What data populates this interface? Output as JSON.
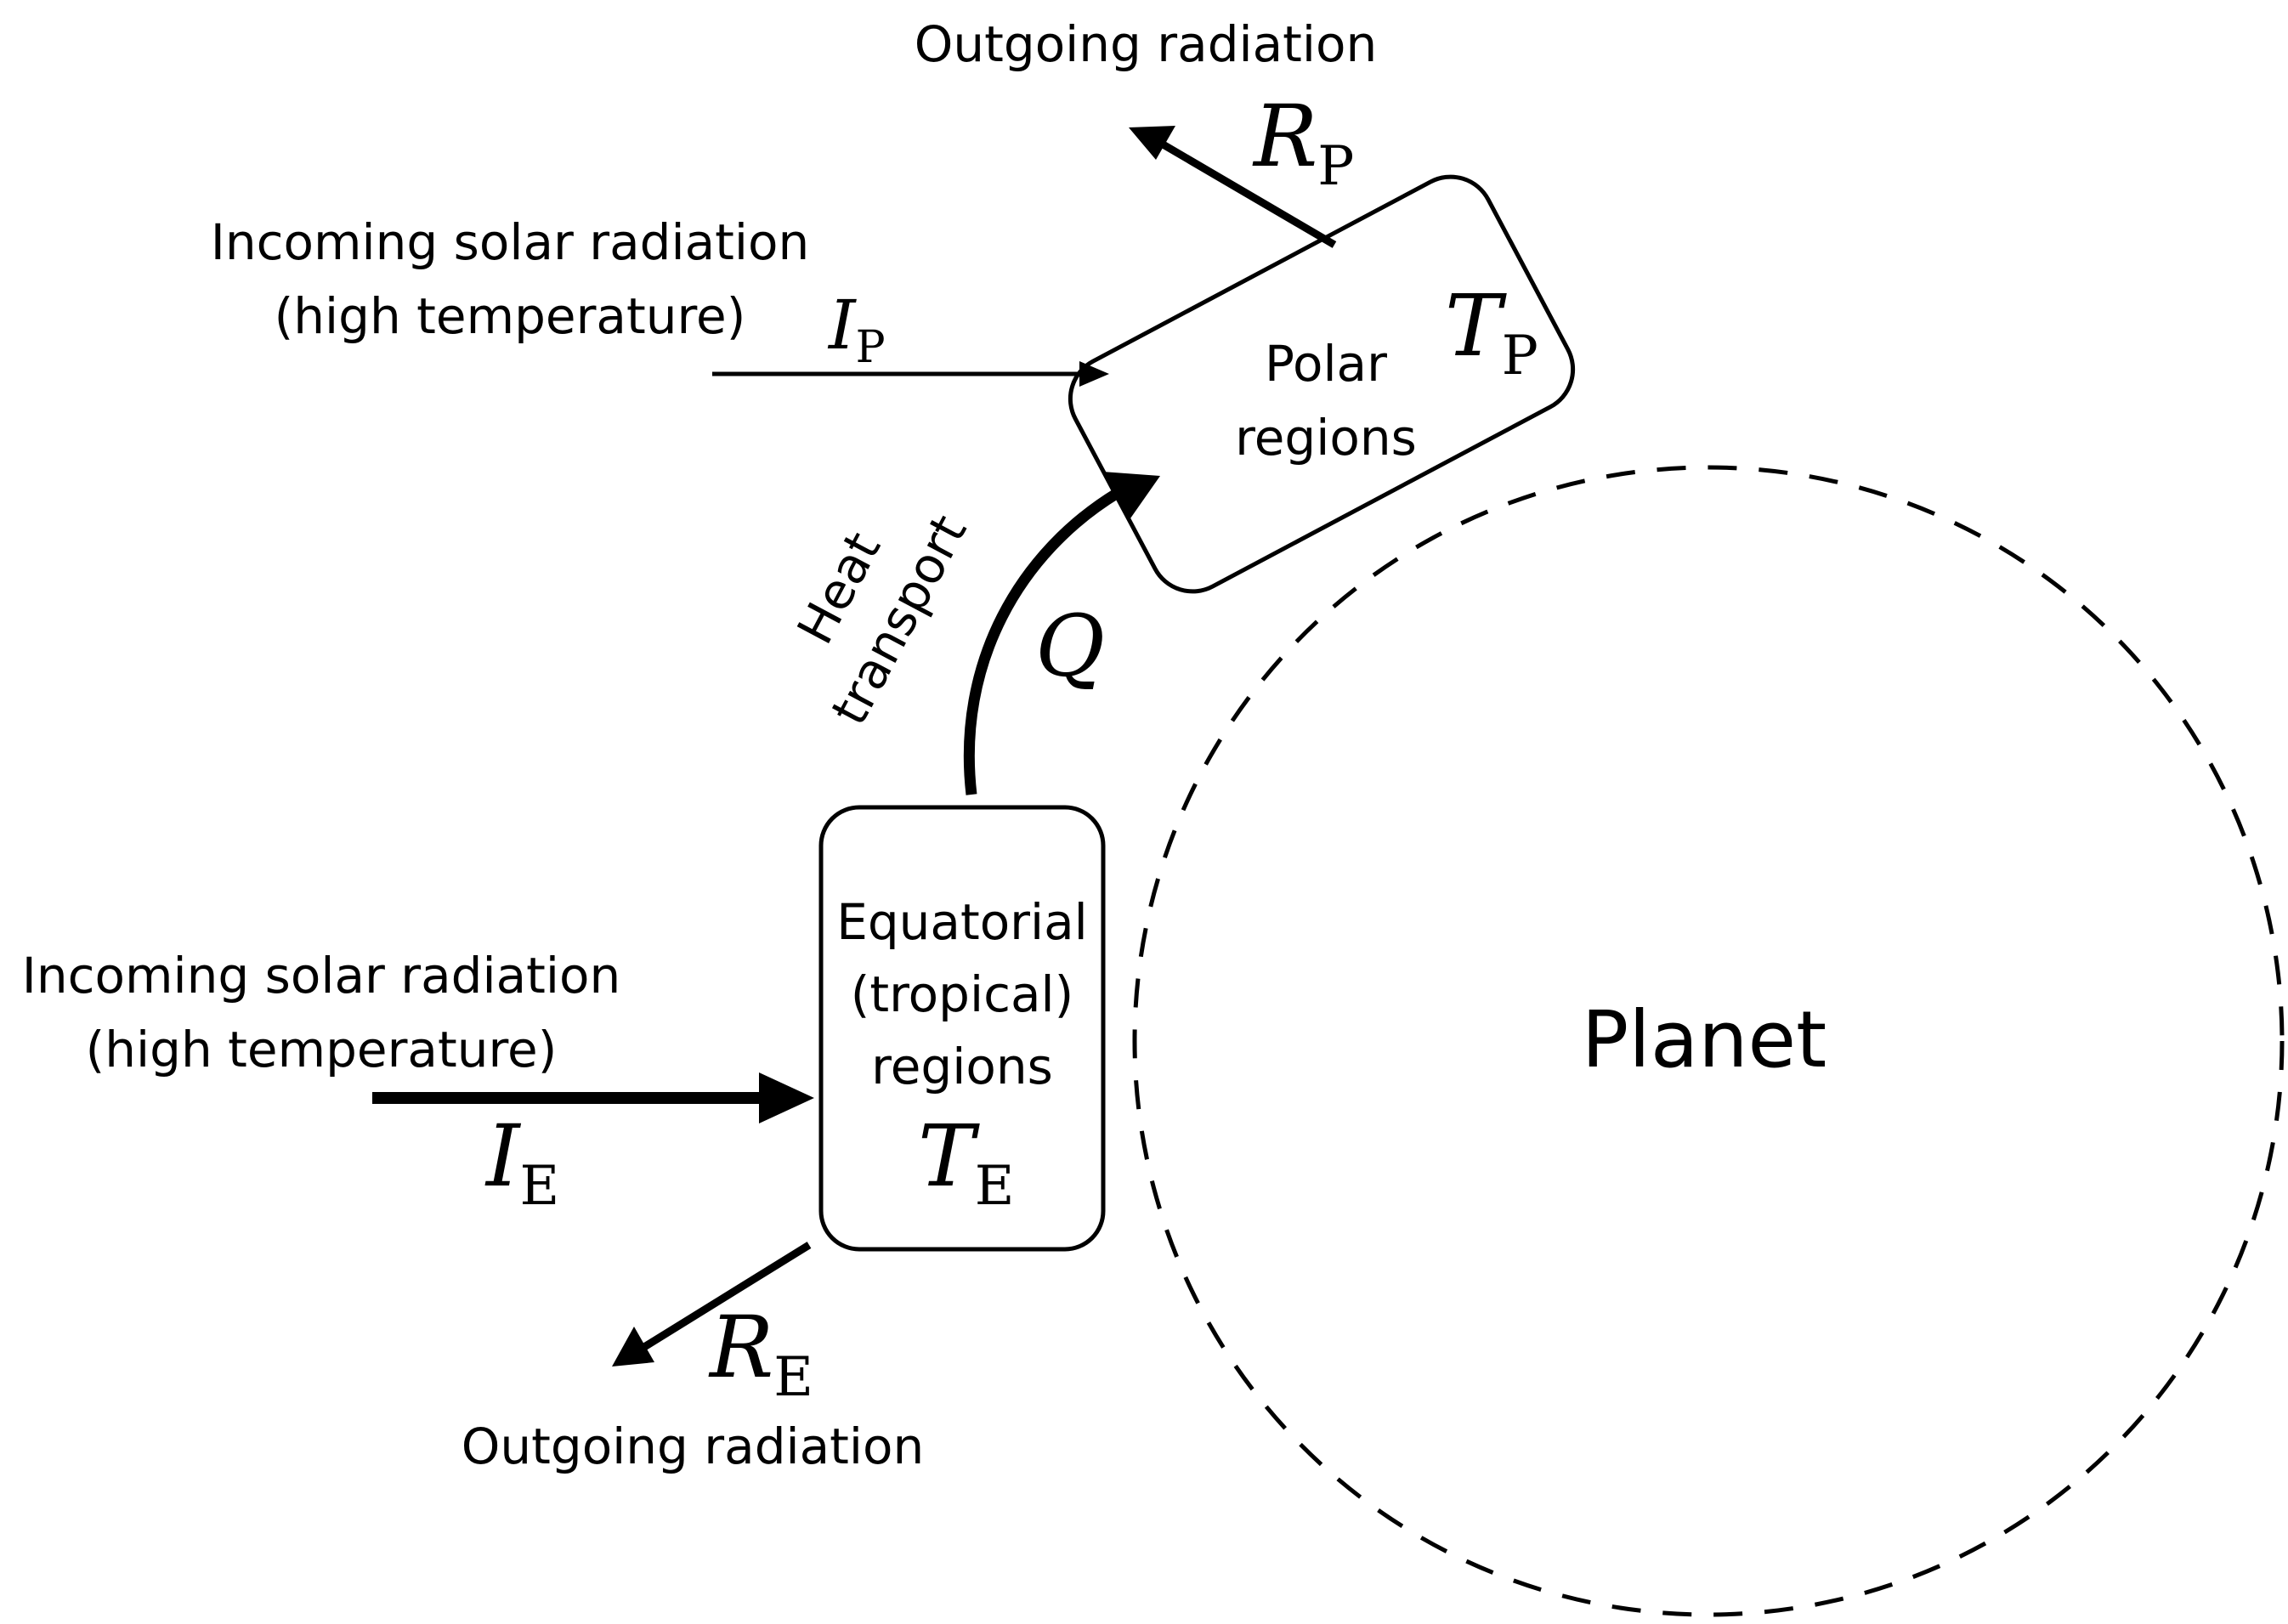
{
  "planet": {
    "label": "Planet"
  },
  "polar": {
    "box_line1": "Polar",
    "box_line2": "regions",
    "temperature": {
      "symbol": "T",
      "subscript": "P"
    },
    "incoming": {
      "line1": "Incoming solar radiation",
      "line2": "(high temperature)",
      "symbol": "I",
      "subscript": "P"
    },
    "outgoing": {
      "label": "Outgoing radiation",
      "symbol": "R",
      "subscript": "P"
    }
  },
  "equatorial": {
    "box_line1": "Equatorial",
    "box_line2": "(tropical)",
    "box_line3": "regions",
    "temperature": {
      "symbol": "T",
      "subscript": "E"
    },
    "incoming": {
      "line1": "Incoming solar radiation",
      "line2": "(high temperature)",
      "symbol": "I",
      "subscript": "E"
    },
    "outgoing": {
      "label": "Outgoing radiation",
      "symbol": "R",
      "subscript": "E"
    }
  },
  "heat_transport": {
    "line1": "Heat",
    "line2": "transport",
    "symbol": "Q"
  },
  "colors": {
    "stroke": "#000000",
    "background": "#ffffff"
  }
}
